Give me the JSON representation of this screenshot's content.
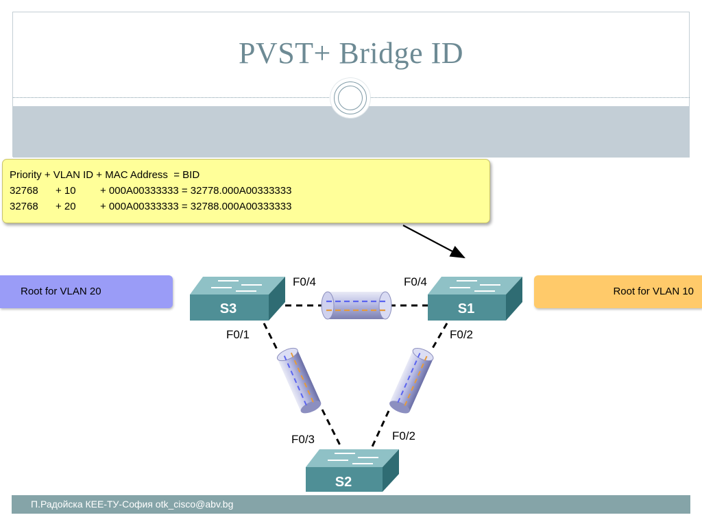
{
  "slide": {
    "title": "PVST+ Bridge ID",
    "footer": "П.Радойска КЕЕ-ТУ-София otk_cisco@abv.bg"
  },
  "bid_box": {
    "header": "Priority + VLAN ID + MAC Address  = BID",
    "rows": [
      {
        "priority": "32768",
        "vlan": "+ 10",
        "rest": "+ 000A00333333 = 32778.000A00333333"
      },
      {
        "priority": "32768",
        "vlan": "+ 20",
        "rest": "+ 000A00333333 = 32788.000A00333333"
      }
    ]
  },
  "roots": {
    "vlan20": "Root for VLAN 20",
    "vlan10": "Root for VLAN 10"
  },
  "switches": {
    "s1": "S1",
    "s2": "S2",
    "s3": "S3"
  },
  "ports": {
    "s3_top": "F0/4",
    "s1_top": "F0/4",
    "s3_down": "F0/1",
    "s1_down": "F0/2",
    "s2_left": "F0/3",
    "s2_right": "F0/2"
  },
  "colors": {
    "callout": "#ffff99",
    "root_vlan20": "#9a9cf7",
    "root_vlan10": "#ffca6a",
    "switch": "#4f8f96",
    "vlan_line_blue": "#5a63ef",
    "vlan_line_orange": "#e59a3c",
    "footer": "#85a4a8"
  }
}
